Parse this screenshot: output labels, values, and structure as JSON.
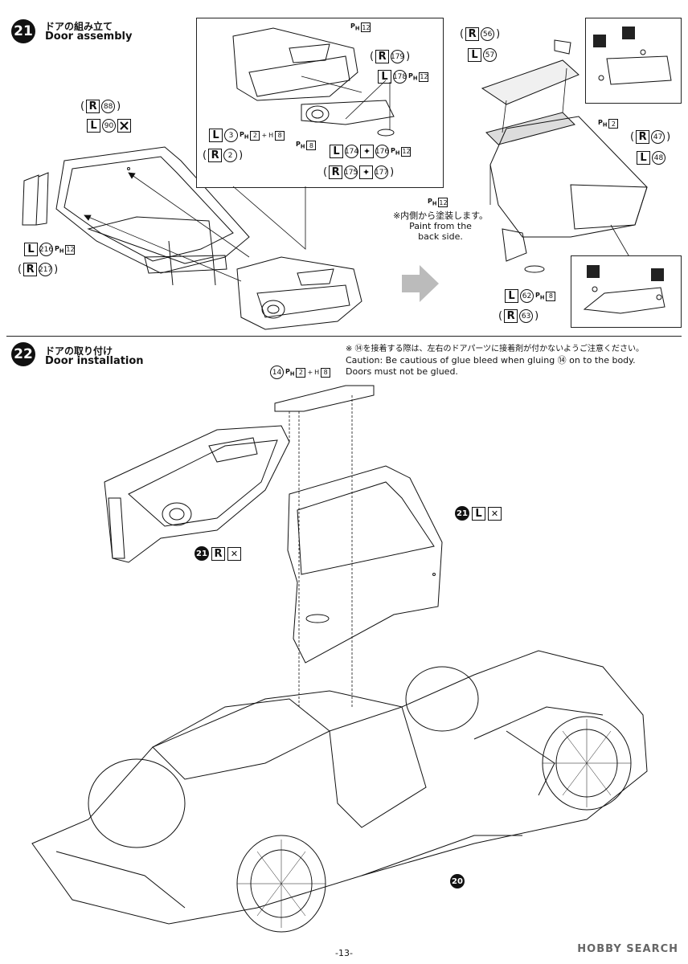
{
  "step21": {
    "number": "21",
    "title_jp": "ドアの組み立て",
    "title_en": "Door assembly",
    "labels": {
      "r88": {
        "side": "R",
        "part": "88"
      },
      "l90": {
        "side": "L",
        "part": "90"
      },
      "l216": {
        "side": "L",
        "part": "216",
        "ph": "P",
        "ph_sub": "H",
        "paint": "12"
      },
      "r217": {
        "side": "R",
        "part": "217"
      },
      "r179": {
        "side": "R",
        "part": "179"
      },
      "l178": {
        "side": "L",
        "part": "178",
        "ph": "P",
        "ph_sub": "H",
        "paint": "12"
      },
      "l3": {
        "side": "L",
        "part": "3",
        "ph": "P",
        "ph_sub": "H",
        "paint": "2",
        "plus": "+",
        "h": "H",
        "h_num": "8"
      },
      "r2": {
        "side": "R",
        "part": "2"
      },
      "l174": {
        "side": "L",
        "part": "174",
        "mid": "176",
        "ph": "P",
        "ph_sub": "H",
        "paint": "12"
      },
      "r175": {
        "side": "R",
        "part": "175",
        "mid": "177"
      },
      "inset_ph12": {
        "ph": "P",
        "ph_sub": "H",
        "paint": "12"
      },
      "inset_ph8": {
        "ph": "P",
        "ph_sub": "H",
        "paint": "8"
      },
      "r56": {
        "side": "R",
        "part": "56"
      },
      "l57": {
        "side": "L",
        "part": "57"
      },
      "ph2_right": {
        "ph": "P",
        "ph_sub": "H",
        "paint": "2"
      },
      "r47": {
        "side": "R",
        "part": "47"
      },
      "l48": {
        "side": "L",
        "part": "48"
      },
      "ph12_right": {
        "ph": "P",
        "ph_sub": "H",
        "paint": "12"
      },
      "l62": {
        "side": "L",
        "part": "62",
        "ph": "P",
        "ph_sub": "H",
        "paint": "8"
      },
      "r63": {
        "side": "R",
        "part": "63"
      }
    },
    "paint_note_jp": "※内側から塗装します。",
    "paint_note_en_1": "Paint from the",
    "paint_note_en_2": "back side."
  },
  "step22": {
    "number": "22",
    "title_jp": "ドアの取り付け",
    "title_en": "Door installation",
    "caution_jp": "※ ⑭を接着する際は、左右のドアパーツに接着剤が付かないようご注意ください。",
    "caution_en_1": "Caution: Be cautious of glue bleed when gluing ⑭ on to the body.",
    "caution_en_2": "Doors must not be glued.",
    "part14": {
      "part": "14",
      "ph": "P",
      "ph_sub": "H",
      "paint": "2",
      "plus": "+",
      "h": "H",
      "h_num": "8"
    },
    "ref_left": {
      "step": "21",
      "side": "R"
    },
    "ref_right": {
      "step": "21",
      "side": "L"
    },
    "ref_body": {
      "step": "20"
    }
  },
  "footer": {
    "page": "-13-",
    "watermark": "HOBBY SEARCH"
  },
  "icons": {
    "glue": "glue-icon",
    "decal": "decal-icon",
    "arrow": "arrow-right-icon"
  }
}
